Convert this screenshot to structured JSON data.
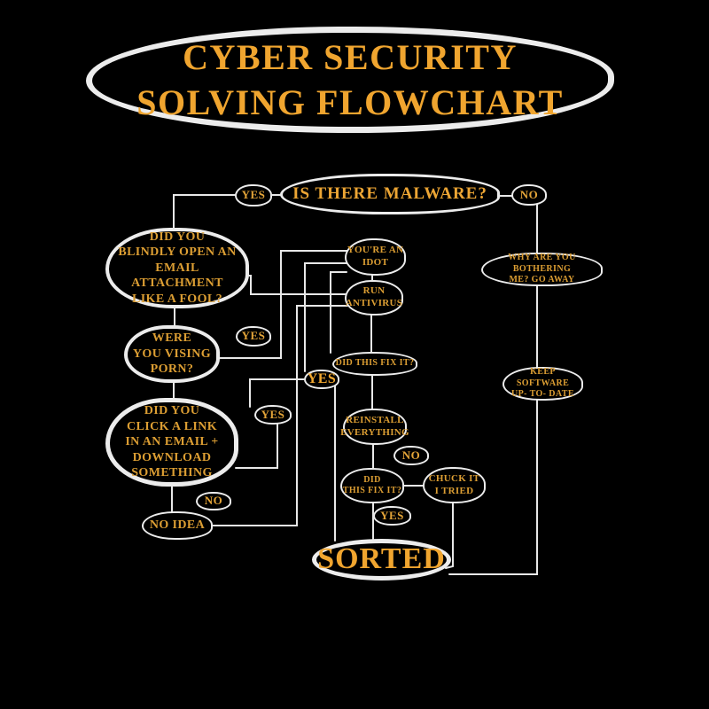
{
  "title": {
    "line1": "CYBER SECURITY",
    "line2": "SOLVING FLOWCHART"
  },
  "nodes": {
    "malware": {
      "label": "IS THERE MALWARE?"
    },
    "blindly": {
      "label": "DID YOU\nBLINDLY OPEN AN\nEMAIL ATTACHMENT\nLIKE A FOOL?"
    },
    "idot": {
      "label": "YOU'RE AN\nIDOT"
    },
    "why": {
      "label": "WHY ARE YOU BOTHERING\nME? GO AWAY"
    },
    "run": {
      "label": "RUN\nANTIVIRUS"
    },
    "porn": {
      "label": "WERE\nYOU VISING\nPORN?"
    },
    "fix1": {
      "label": "DID THIS FIX IT?"
    },
    "keep": {
      "label": "KEEP SOFTWARE\nUP- TO- DATE"
    },
    "click": {
      "label": "DID YOU\nCLICK A LINK\nIN AN EMAIL +\nDOWNLOAD\nSOMETHING"
    },
    "reinstall": {
      "label": "REINSTALL\nEVERYTHING"
    },
    "fix2": {
      "label": "DID\nTHIS FIX IT?"
    },
    "chuck": {
      "label": "CHUCK IT\nI TRIED"
    },
    "no_idea": {
      "label": "NO IDEA"
    },
    "sorted": {
      "label": "SORTED"
    }
  },
  "tags": {
    "yes_malware": {
      "label": "YES"
    },
    "no_malware": {
      "label": "NO"
    },
    "yes_porn": {
      "label": "YES"
    },
    "yes_fix1": {
      "label": "YES"
    },
    "yes_link": {
      "label": "YES"
    },
    "no_reinstall": {
      "label": "NO"
    },
    "no_link": {
      "label": "NO"
    },
    "yes_fix2": {
      "label": "YES"
    }
  },
  "colors": {
    "background": "#000000",
    "gold_text": "#DC9E33",
    "gold_bright": "#F0A52F",
    "line_white": "#E8E8E8"
  }
}
